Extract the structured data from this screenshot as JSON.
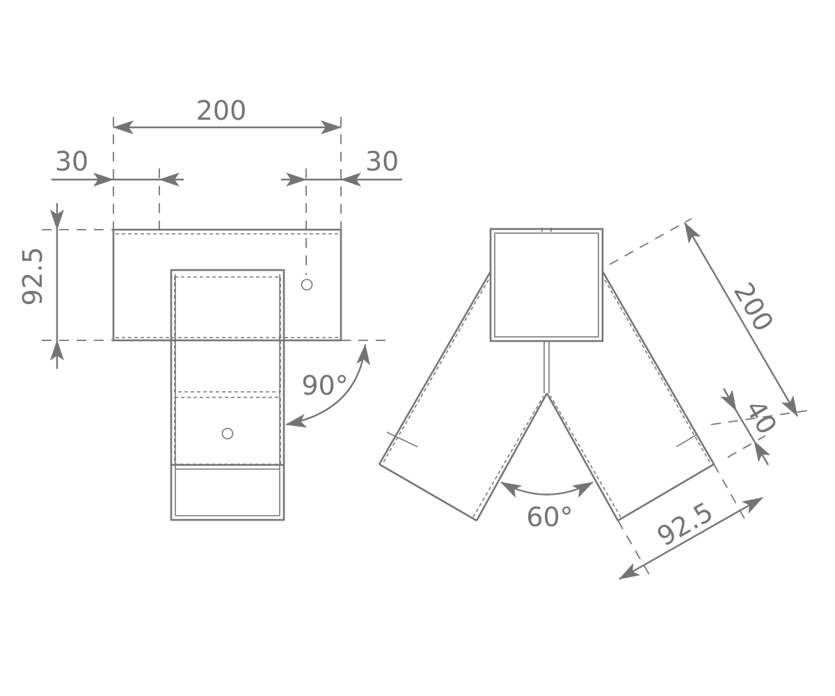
{
  "front_view": {
    "width_label": "200",
    "left_offset_label": "30",
    "right_offset_label": "30",
    "height_label": "92.5",
    "angle_label": "90°"
  },
  "top_view": {
    "length_label": "200",
    "thickness_label": "40",
    "depth_label": "92.5",
    "angle_label": "60°"
  },
  "colors": {
    "line": "#747474",
    "background": "#ffffff"
  }
}
